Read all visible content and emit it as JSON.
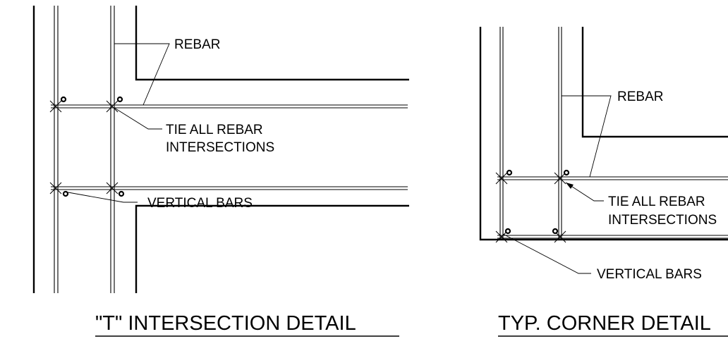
{
  "t_detail": {
    "rebar_label": "REBAR",
    "tie_label_line1": "TIE ALL REBAR",
    "tie_label_line2": "INTERSECTIONS",
    "vertical_bars_label": "VERTICAL BARS",
    "title": "\"T\" INTERSECTION DETAIL"
  },
  "corner_detail": {
    "rebar_label": "REBAR",
    "tie_label_line1": "TIE ALL REBAR",
    "tie_label_line2": "INTERSECTIONS",
    "vertical_bars_label": "VERTICAL BARS",
    "title": "TYP. CORNER DETAIL"
  }
}
